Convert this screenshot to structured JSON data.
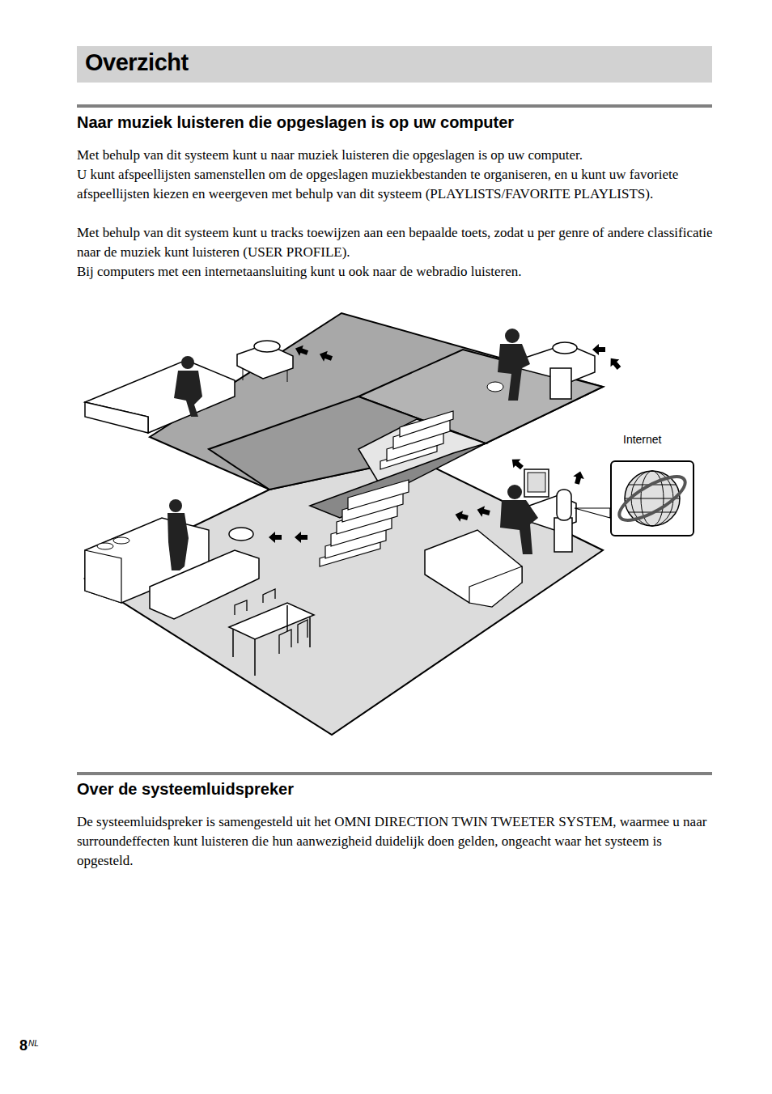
{
  "diagram": {
    "title": "Overzicht",
    "nodes": [
      {
        "text": [
          "Internet"
        ]
      }
    ],
    "labels": [
      "Naar muziek luisteren die opgeslagen is op uw computer",
      "Met behulp van dit systeem kunt u naar muziek luisteren die opgeslagen is op uw computer.",
      "U kunt afspeellijsten samenstellen om de opgeslagen muziekbestanden te organiseren, en u kunt uw favoriete afspeellijsten kiezen en weergeven met behulp van dit systeem (PLAYLISTS/FAVORITE PLAYLISTS).",
      "Met behulp van dit systeem kunt u tracks toewijzen aan een bepaalde toets, zodat u per genre of andere classificatie naar de muziek kunt luisteren (USER PROFILE).",
      "Bij computers met een internetaansluiting kunt u ook naar de webradio luisteren.",
      "Over de systeemluidspreker",
      "De systeemluidspreker is samengesteld uit het OMNI DIRECTION TWIN TWEETER SYSTEM, waarmee u naar surroundeffecten kunt luisteren die hun aanwezigheid duidelijk doen gelden, ongeacht waar het systeem is opgesteld.",
      "8",
      "NL"
    ]
  }
}
